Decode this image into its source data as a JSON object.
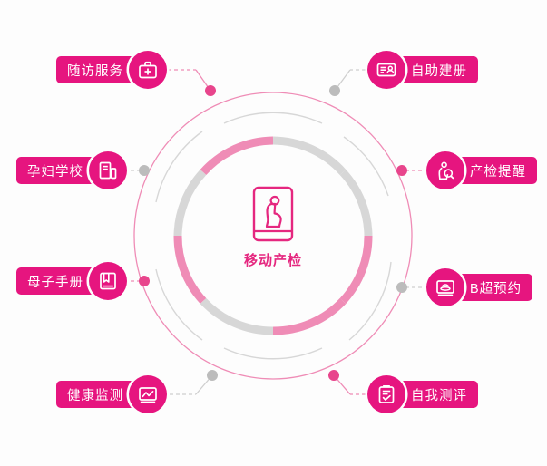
{
  "center": {
    "label": "移动产检",
    "icon": "phone-pregnant-woman-icon",
    "color": "#e5277f"
  },
  "theme": {
    "brand_pink": "#e6157f",
    "light_pink": "#ef8cb6",
    "grey": "#d7d7d7",
    "node_grey": "#bcbcbc",
    "background": "#fdfdfd"
  },
  "features": [
    {
      "label": "随访服务",
      "icon": "medical-bag-plus-icon",
      "side": "left",
      "node_color": "pink"
    },
    {
      "label": "自助建册",
      "icon": "id-card-person-icon",
      "side": "right",
      "node_color": "grey"
    },
    {
      "label": "产检提醒",
      "icon": "pregnant-woman-reminder-icon",
      "side": "right",
      "node_color": "pink"
    },
    {
      "label": "B超预约",
      "icon": "ultrasound-monitor-icon",
      "side": "right",
      "node_color": "grey"
    },
    {
      "label": "自我测评",
      "icon": "clipboard-check-icon",
      "side": "right",
      "node_color": "pink"
    },
    {
      "label": "健康监测",
      "icon": "monitor-chart-icon",
      "side": "left",
      "node_color": "grey"
    },
    {
      "label": "母子手册",
      "icon": "book-icon",
      "side": "left",
      "node_color": "pink"
    },
    {
      "label": "孕妇学校",
      "icon": "school-books-icon",
      "side": "left",
      "node_color": "grey"
    }
  ]
}
